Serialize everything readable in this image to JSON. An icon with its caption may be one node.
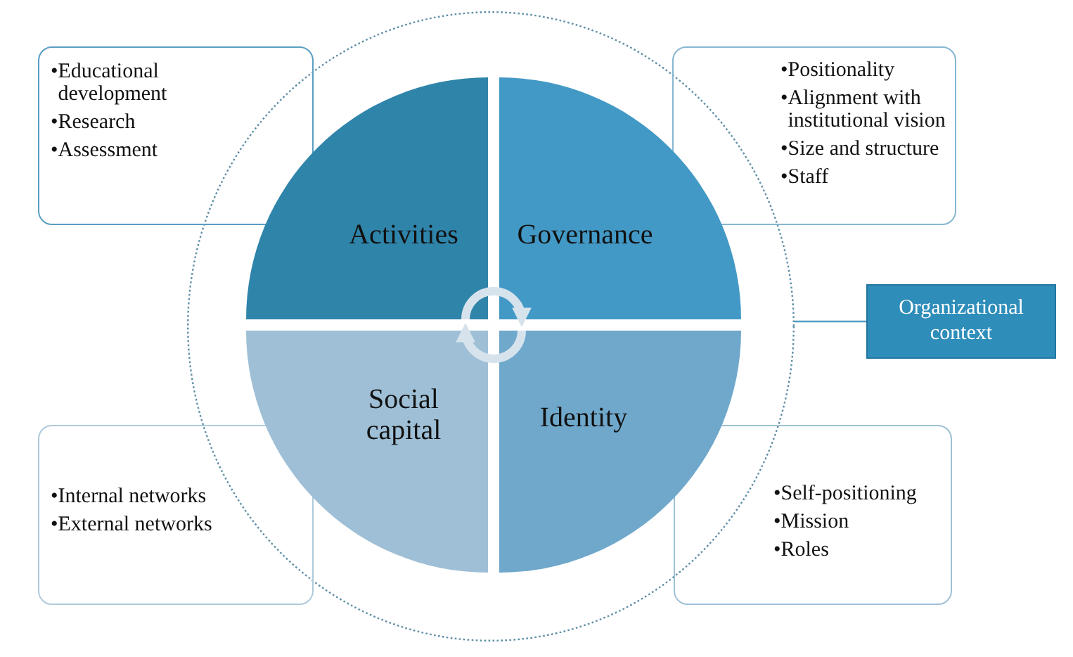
{
  "diagram": {
    "nodes": [
      {
        "text": [],
        "shape": "circle"
      },
      {
        "text": [
          "Activities"
        ],
        "in": 0
      },
      {
        "text": [
          "Governance"
        ],
        "in": 0
      },
      {
        "text": [
          "Social capital"
        ],
        "in": 0
      },
      {
        "text": [
          "Identity"
        ],
        "in": 0
      },
      {
        "text": [
          "•Educational development",
          "•Research",
          "•Assessment"
        ]
      },
      {
        "text": [
          "•Positionality",
          "•Alignment with institutional vision",
          "•Size and structure",
          "•Staff"
        ]
      },
      {
        "text": [
          "•Internal networks",
          "•External networks"
        ]
      },
      {
        "text": [
          "•Self-positioning",
          "•Mission",
          "•Roles"
        ]
      },
      {
        "text": [
          "Organizational context"
        ]
      }
    ],
    "edges": [
      {
        "from": 1,
        "to": 2,
        "arrow": "to"
      },
      {
        "from": 4,
        "to": 3,
        "arrow": "to"
      },
      {
        "from": 9,
        "to": 0,
        "arrow": "none",
        "color": "#4f9fc2"
      }
    ]
  }
}
